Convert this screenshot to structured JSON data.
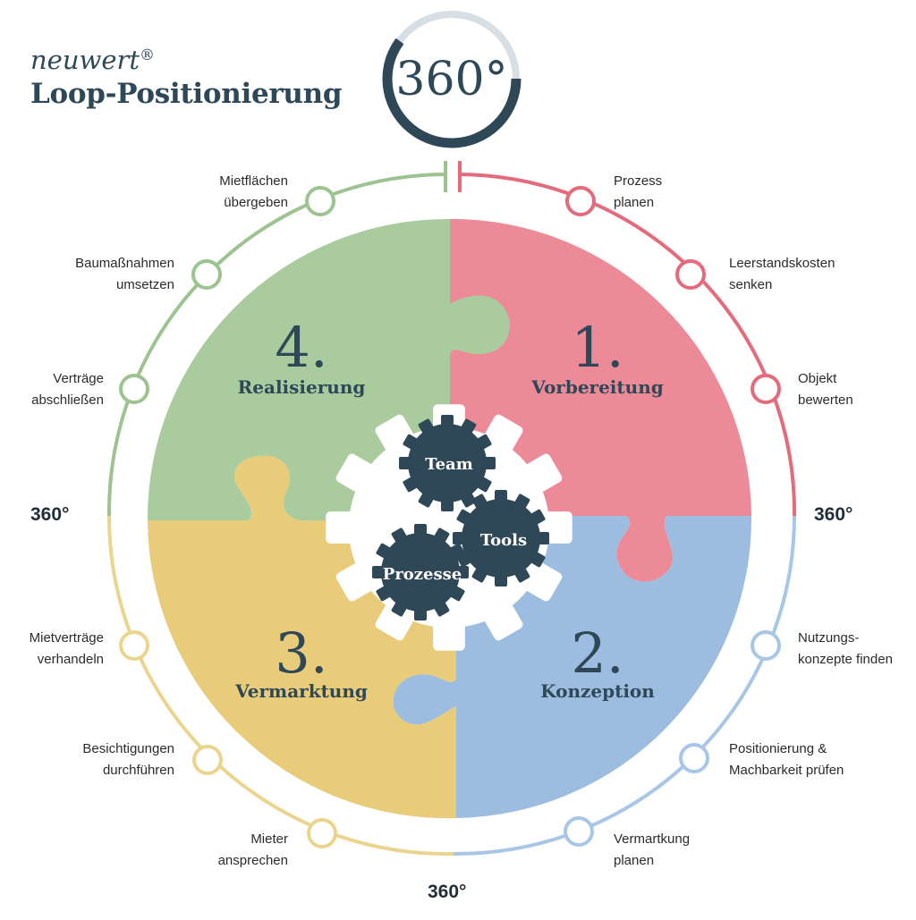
{
  "brand": {
    "name": "neuwert",
    "mark": "®",
    "title": "Loop-Positionierung"
  },
  "badge": "360°",
  "side_markers": {
    "left": "360°",
    "right": "360°",
    "bottom": "360°"
  },
  "colors": {
    "navy": "#2f4858",
    "pink": "#ed8a98",
    "pink_line": "#e46a7c",
    "blue": "#9cbde0",
    "blue_line": "#a8c6e6",
    "yellow": "#e8cc7a",
    "yellow_line": "#ebd58e",
    "green": "#aacb9e",
    "green_line": "#9dc490"
  },
  "phases": [
    {
      "number": "1.",
      "name": "Vorbereitung"
    },
    {
      "number": "2.",
      "name": "Konzeption"
    },
    {
      "number": "3.",
      "name": "Vermarktung"
    },
    {
      "number": "4.",
      "name": "Realisierung"
    }
  ],
  "gears": {
    "team": "Team",
    "tools": "Tools",
    "prozesse": "Prozesse"
  },
  "steps": {
    "s1": {
      "line1": "Prozess",
      "line2": "planen"
    },
    "s2": {
      "line1": "Leerstandskosten",
      "line2": "senken"
    },
    "s3": {
      "line1": "Objekt",
      "line2": "bewerten"
    },
    "s4": {
      "line1": "Nutzungs-",
      "line2": "konzepte finden"
    },
    "s5": {
      "line1": "Positionierung &",
      "line2": "Machbarkeit prüfen"
    },
    "s6": {
      "line1": "Vermartkung",
      "line2": "planen"
    },
    "s7": {
      "line1": "Mieter",
      "line2": "ansprechen"
    },
    "s8": {
      "line1": "Besichtigungen",
      "line2": "durchführen"
    },
    "s9": {
      "line1": "Mietverträge",
      "line2": "verhandeln"
    },
    "s10": {
      "line1": "Verträge",
      "line2": "abschließen"
    },
    "s11": {
      "line1": "Baumaßnahmen",
      "line2": "umsetzen"
    },
    "s12": {
      "line1": "Mietflächen",
      "line2": "übergeben"
    }
  }
}
